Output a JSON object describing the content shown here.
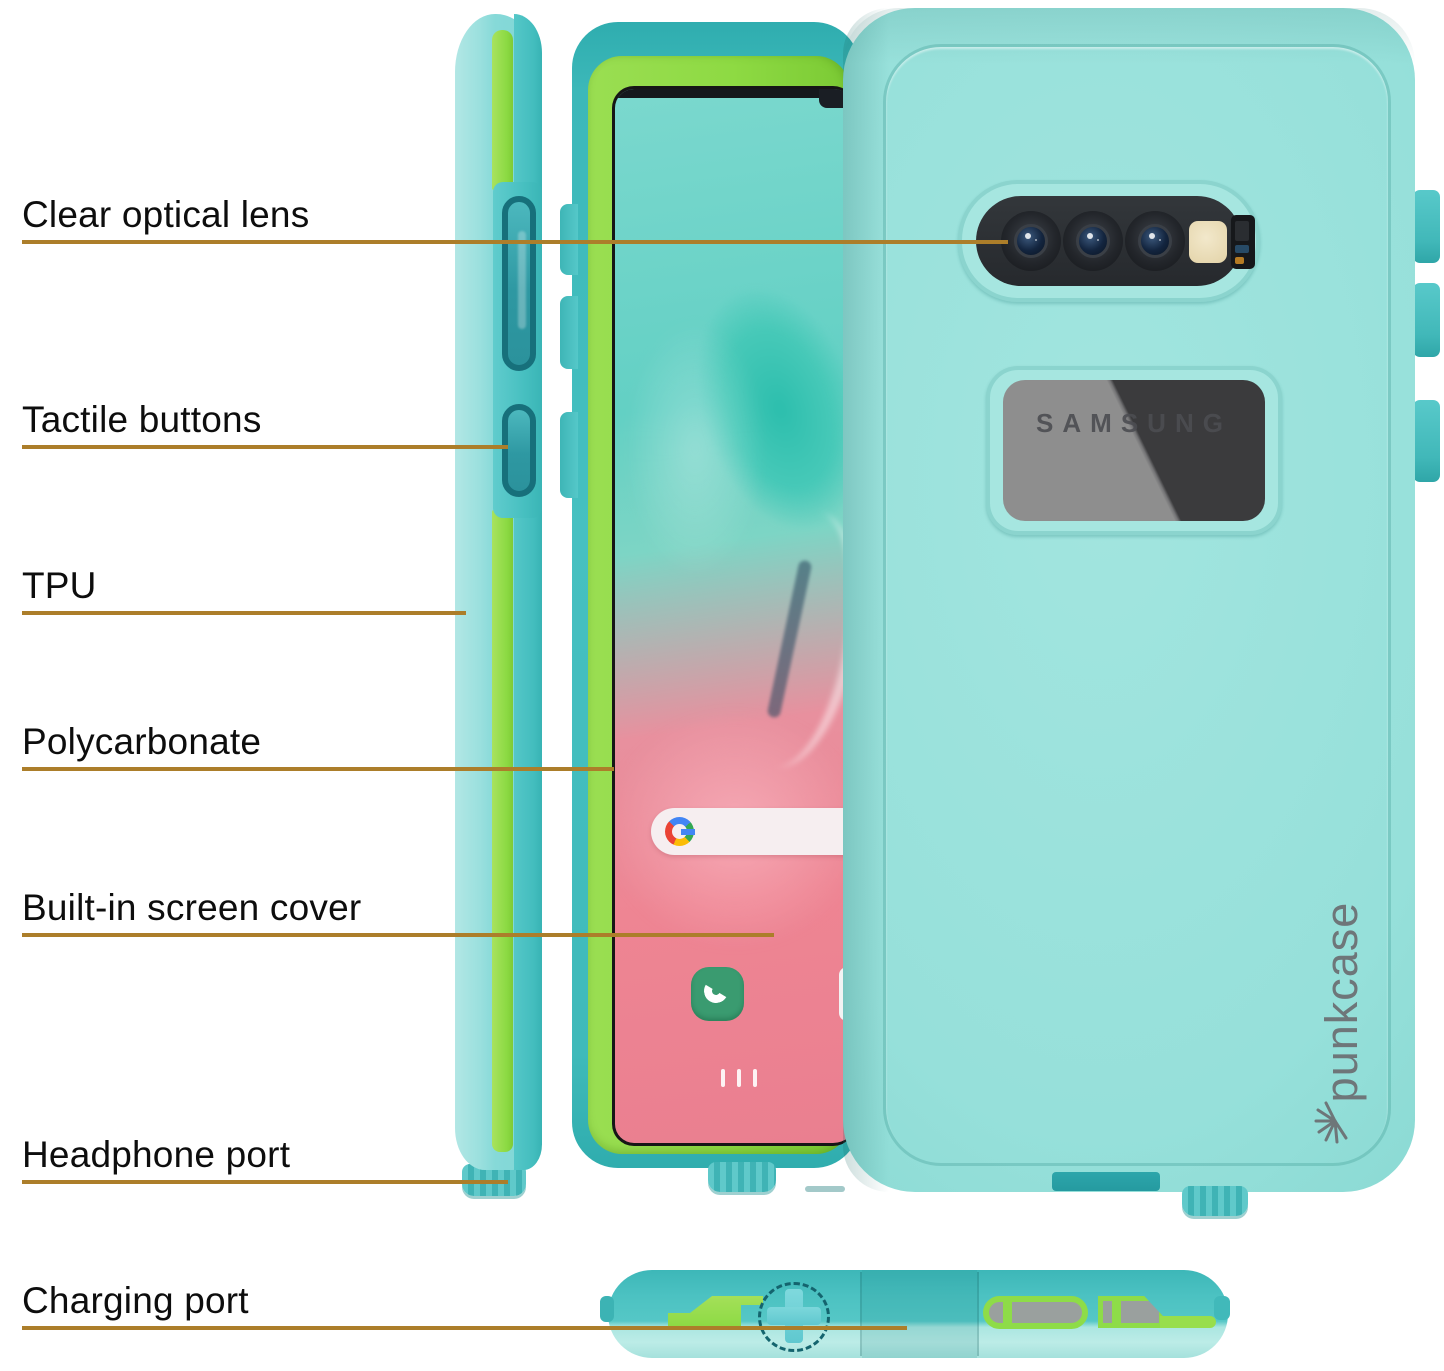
{
  "labels": [
    {
      "text": "Clear optical lens"
    },
    {
      "text": "Tactile buttons"
    },
    {
      "text": "TPU"
    },
    {
      "text": "Polycarbonate"
    },
    {
      "text": "Built-in screen cover"
    },
    {
      "text": "Headphone port"
    },
    {
      "text": "Charging port"
    }
  ],
  "branding": {
    "window_text": "SAMSUNG",
    "case_logo": "punkcase"
  },
  "icons": {
    "google": "google-g-icon",
    "phone_app": "phone-app-icon",
    "nav": "recents-bars-icon",
    "punk_sun": "sunburst-icon"
  },
  "colors": {
    "leader_line": "#ac7e2a",
    "case_teal": "#96e0da",
    "front_teal": "#46c0c1",
    "lime_green": "#8eda43",
    "button_outline": "#17707b",
    "screen_pink": "#ee8593",
    "screen_teal": "#63d0c4",
    "camera_window": "#26292d",
    "logo_grey": "#6e7679"
  }
}
